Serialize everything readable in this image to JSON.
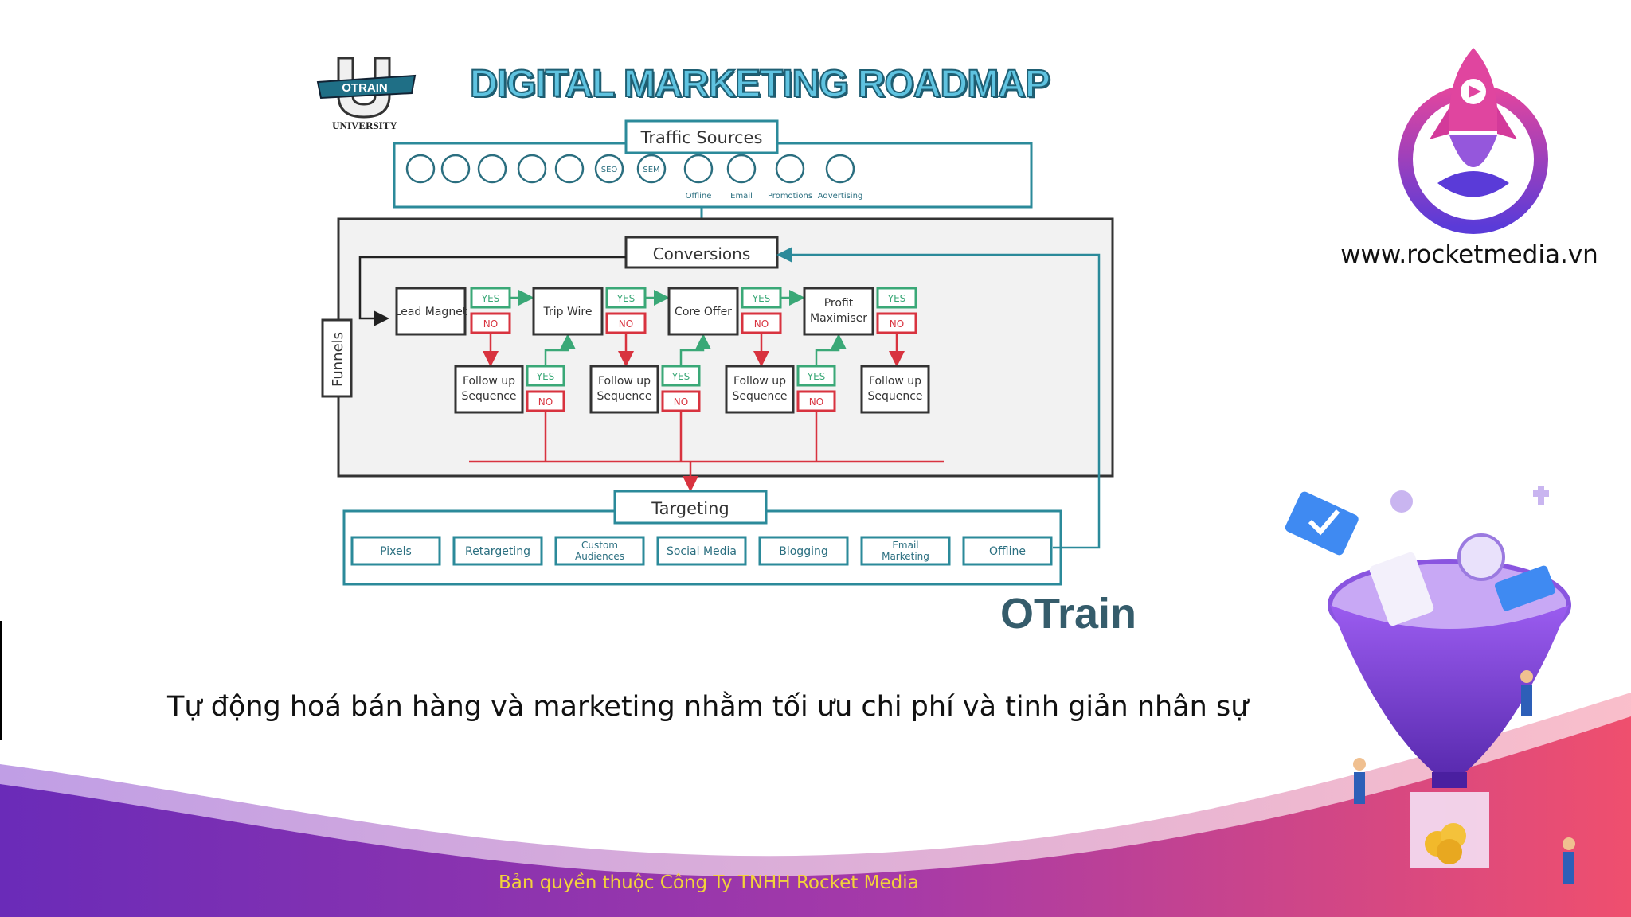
{
  "title": "DIGITAL MARKETING ROADMAP",
  "logo": {
    "badge_text": "OTRAIN",
    "sub_text": "UNIVERSITY",
    "letter": "U"
  },
  "sections": {
    "traffic_sources": "Traffic Sources",
    "conversions": "Conversions",
    "funnels": "Funnels",
    "targeting": "Targeting"
  },
  "traffic_icons": [
    {
      "icon": "facebook-icon",
      "label": ""
    },
    {
      "icon": "linkedin-icon",
      "label": ""
    },
    {
      "icon": "youtube-icon",
      "label": ""
    },
    {
      "icon": "twitter-icon",
      "label": ""
    },
    {
      "icon": "snapchat-icon",
      "label": ""
    },
    {
      "icon": "seo-icon",
      "label": "SEO"
    },
    {
      "icon": "sem-icon",
      "label": "SEM"
    },
    {
      "icon": "offline-icon",
      "label": "Offline"
    },
    {
      "icon": "email-icon",
      "label": "Email"
    },
    {
      "icon": "promotions-icon",
      "label": "Promotions"
    },
    {
      "icon": "advertising-icon",
      "label": "Advertising"
    }
  ],
  "funnel_steps": [
    {
      "name": "Lead Magnet"
    },
    {
      "name": "Trip Wire"
    },
    {
      "name": "Core Offer"
    },
    {
      "name": "Profit Maximiser"
    }
  ],
  "follow_up_label": "Follow up Sequence",
  "yes_label": "YES",
  "no_label": "NO",
  "targeting_items": [
    "Pixels",
    "Retargeting",
    "Custom Audiences",
    "Social Media",
    "Blogging",
    "Email Marketing",
    "Offline"
  ],
  "watermark": "OTrain",
  "website": "www.rocketmedia.vn",
  "caption": "Tự động hoá bán hàng và marketing nhằm tối ưu chi phí và tinh giản nhân sự",
  "copyright": "Bản quyền thuộc Công Ty TNHH Rocket Media",
  "colors": {
    "teal": "#2b8a9a",
    "yes_green": "#3aa877",
    "no_red": "#d8333f",
    "purple": "#7b2fbf",
    "pink": "#e0457a",
    "footer_text": "#f2d23b"
  }
}
